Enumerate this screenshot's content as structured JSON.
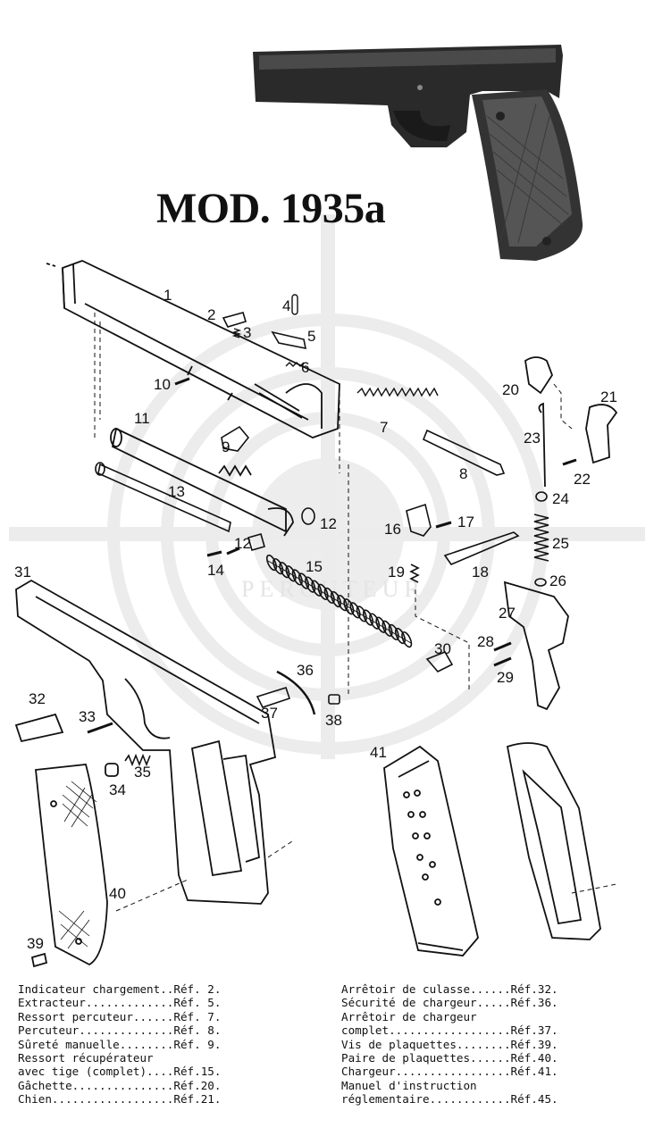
{
  "title": "MOD. 1935a",
  "watermark_text": "PERCUTEUR",
  "part_numbers": [
    "1",
    "2",
    "3",
    "4",
    "5",
    "6",
    "7",
    "8",
    "9",
    "10",
    "11",
    "12",
    "12",
    "13",
    "14",
    "15",
    "16",
    "17",
    "18",
    "19",
    "20",
    "21",
    "22",
    "23",
    "24",
    "25",
    "26",
    "27",
    "28",
    "29",
    "30",
    "31",
    "32",
    "33",
    "34",
    "35",
    "36",
    "37",
    "38",
    "39",
    "40",
    "41"
  ],
  "legend_left": [
    "Indicateur chargement..Réf. 2.",
    "Extracteur.............Réf. 5.",
    "Ressort percuteur......Réf. 7.",
    "Percuteur..............Réf. 8.",
    "Sûreté manuelle........Réf. 9.",
    "Ressort récupérateur",
    "avec tige (complet)....Réf.15.",
    "Gâchette...............Réf.20.",
    "Chien..................Réf.21."
  ],
  "legend_right": [
    "Arrêtoir de culasse......Réf.32.",
    "Sécurité de chargeur.....Réf.36.",
    "Arrêtoir de chargeur",
    "complet..................Réf.37.",
    "Vis de plaquettes........Réf.39.",
    "Paire de plaquettes......Réf.40.",
    "Chargeur.................Réf.41.",
    "Manuel d'instruction",
    "réglementaire............Réf.45."
  ]
}
